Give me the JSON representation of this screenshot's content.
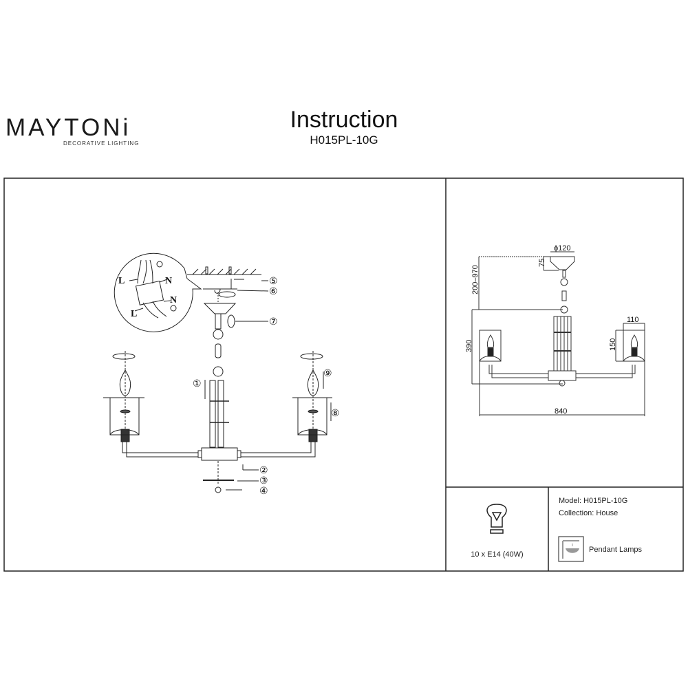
{
  "header": {
    "brand": "MAYTONi",
    "brand_tagline": "DECORATIVE LIGHTING",
    "title": "Instruction",
    "model_code": "H015PL-10G"
  },
  "assembly_diagram": {
    "wire_labels": {
      "live": "L",
      "neutral": "N",
      "live2": "L",
      "neutral2": "N"
    },
    "steps": [
      "①",
      "②",
      "③",
      "④",
      "⑤",
      "⑥",
      "⑦",
      "⑧",
      "⑨"
    ]
  },
  "dimensions": {
    "canopy_diameter": "ϕ120",
    "canopy_height": "75",
    "chain_length": "200–970",
    "body_height": "390",
    "shade_width": "110",
    "shade_height": "150",
    "total_width": "840"
  },
  "specs": {
    "bulbs": "10 x E14 (40W)",
    "model": "Model: H015PL-10G",
    "collection": "Collection: House",
    "type": "Pendant Lamps"
  },
  "colors": {
    "line": "#111111",
    "icon_gray": "#888888"
  }
}
